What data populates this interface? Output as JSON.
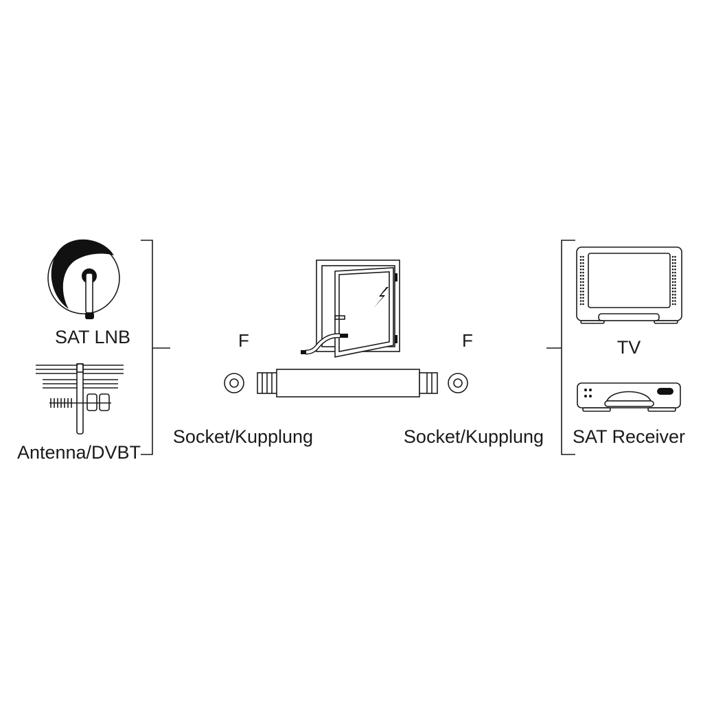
{
  "sources": {
    "sat_lnb_label": "SAT LNB",
    "antenna_label": "Antenna/DVBT"
  },
  "connector_left": {
    "type_label": "F",
    "socket_label": "Socket/Kupplung"
  },
  "connector_right": {
    "type_label": "F",
    "socket_label": "Socket/Kupplung"
  },
  "devices": {
    "tv_label": "TV",
    "receiver_label": "SAT Receiver"
  },
  "colors": {
    "line": "#1a1a1a",
    "background": "#ffffff"
  }
}
